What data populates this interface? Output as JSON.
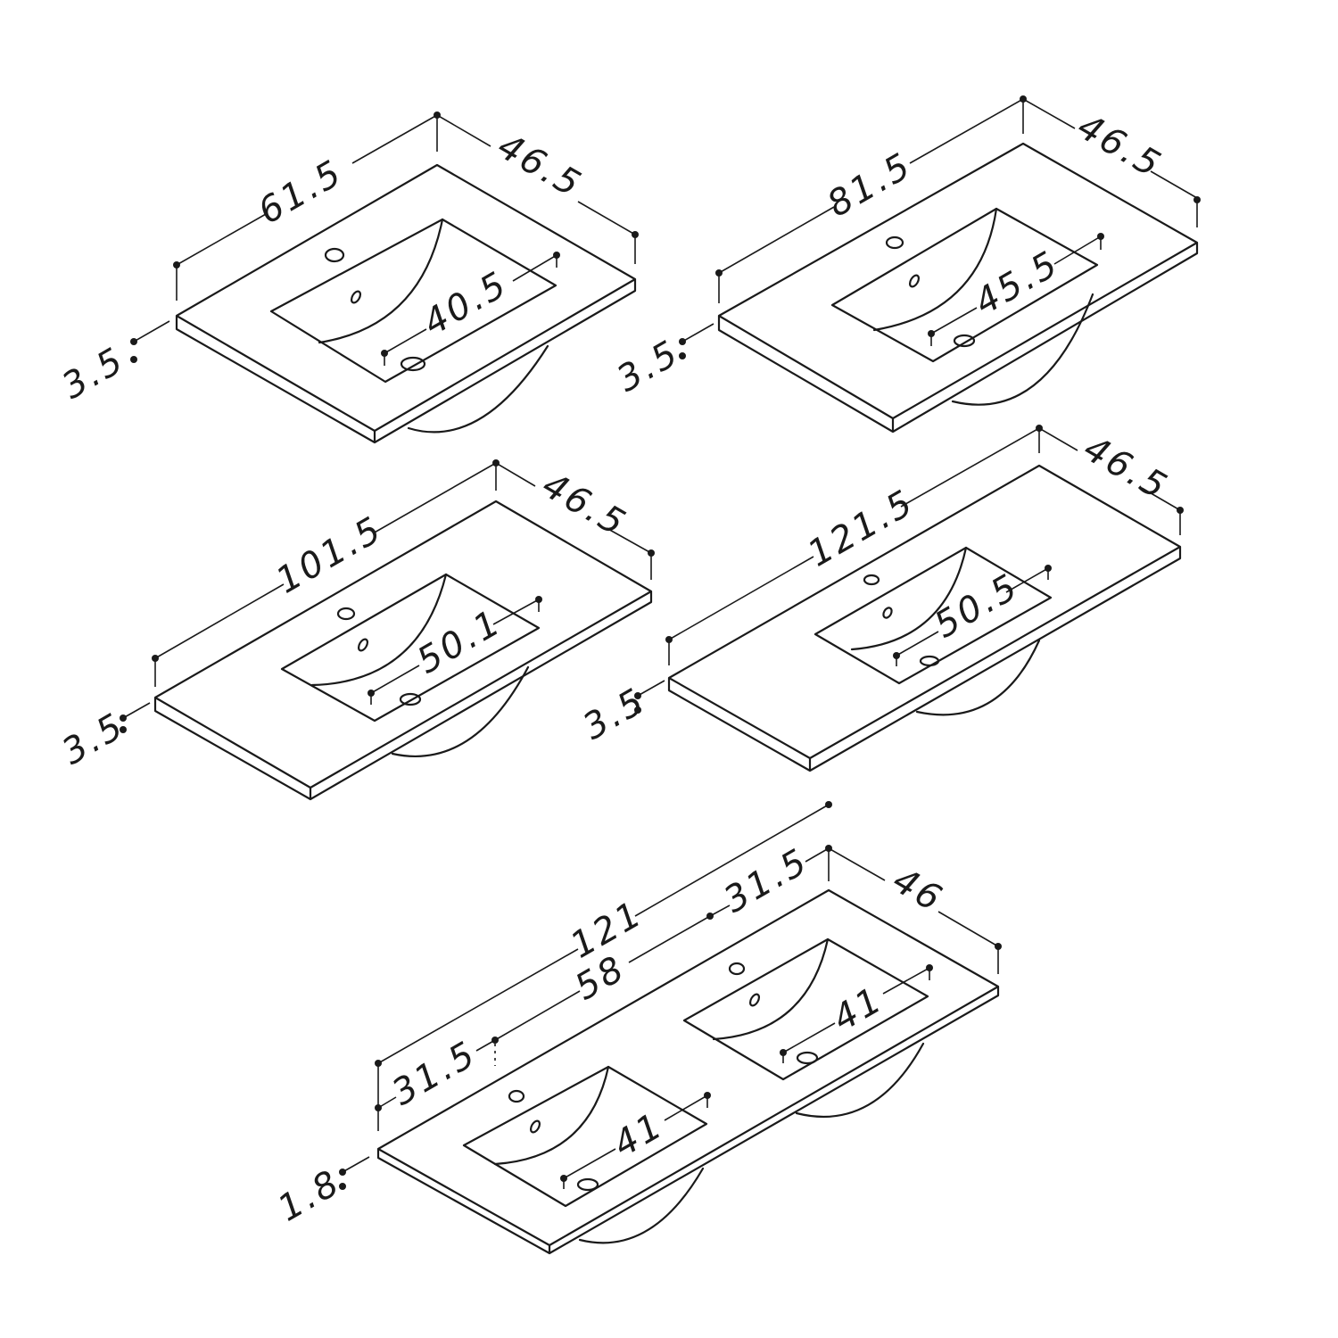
{
  "diagram": {
    "colors": {
      "ink": "#1a1a1a",
      "background": "#ffffff"
    },
    "units": [
      {
        "name": "basin-61.5",
        "width": "61.5",
        "depth": "46.5",
        "thickness": "3.5",
        "bowl": "40.5"
      },
      {
        "name": "basin-81.5",
        "width": "81.5",
        "depth": "46.5",
        "thickness": "3.5",
        "bowl": "45.5"
      },
      {
        "name": "basin-101.5",
        "width": "101.5",
        "depth": "46.5",
        "thickness": "3.5",
        "bowl": "50.1"
      },
      {
        "name": "basin-121.5",
        "width": "121.5",
        "depth": "46.5",
        "thickness": "3.5",
        "bowl": "50.5"
      }
    ],
    "double_unit": {
      "name": "double-basin-121",
      "width": "121",
      "center_distance": "58",
      "offset_left": "31.5",
      "offset_right": "31.5",
      "depth": "46",
      "thickness": "1.8",
      "bowl_left": "41",
      "bowl_right": "41"
    }
  }
}
